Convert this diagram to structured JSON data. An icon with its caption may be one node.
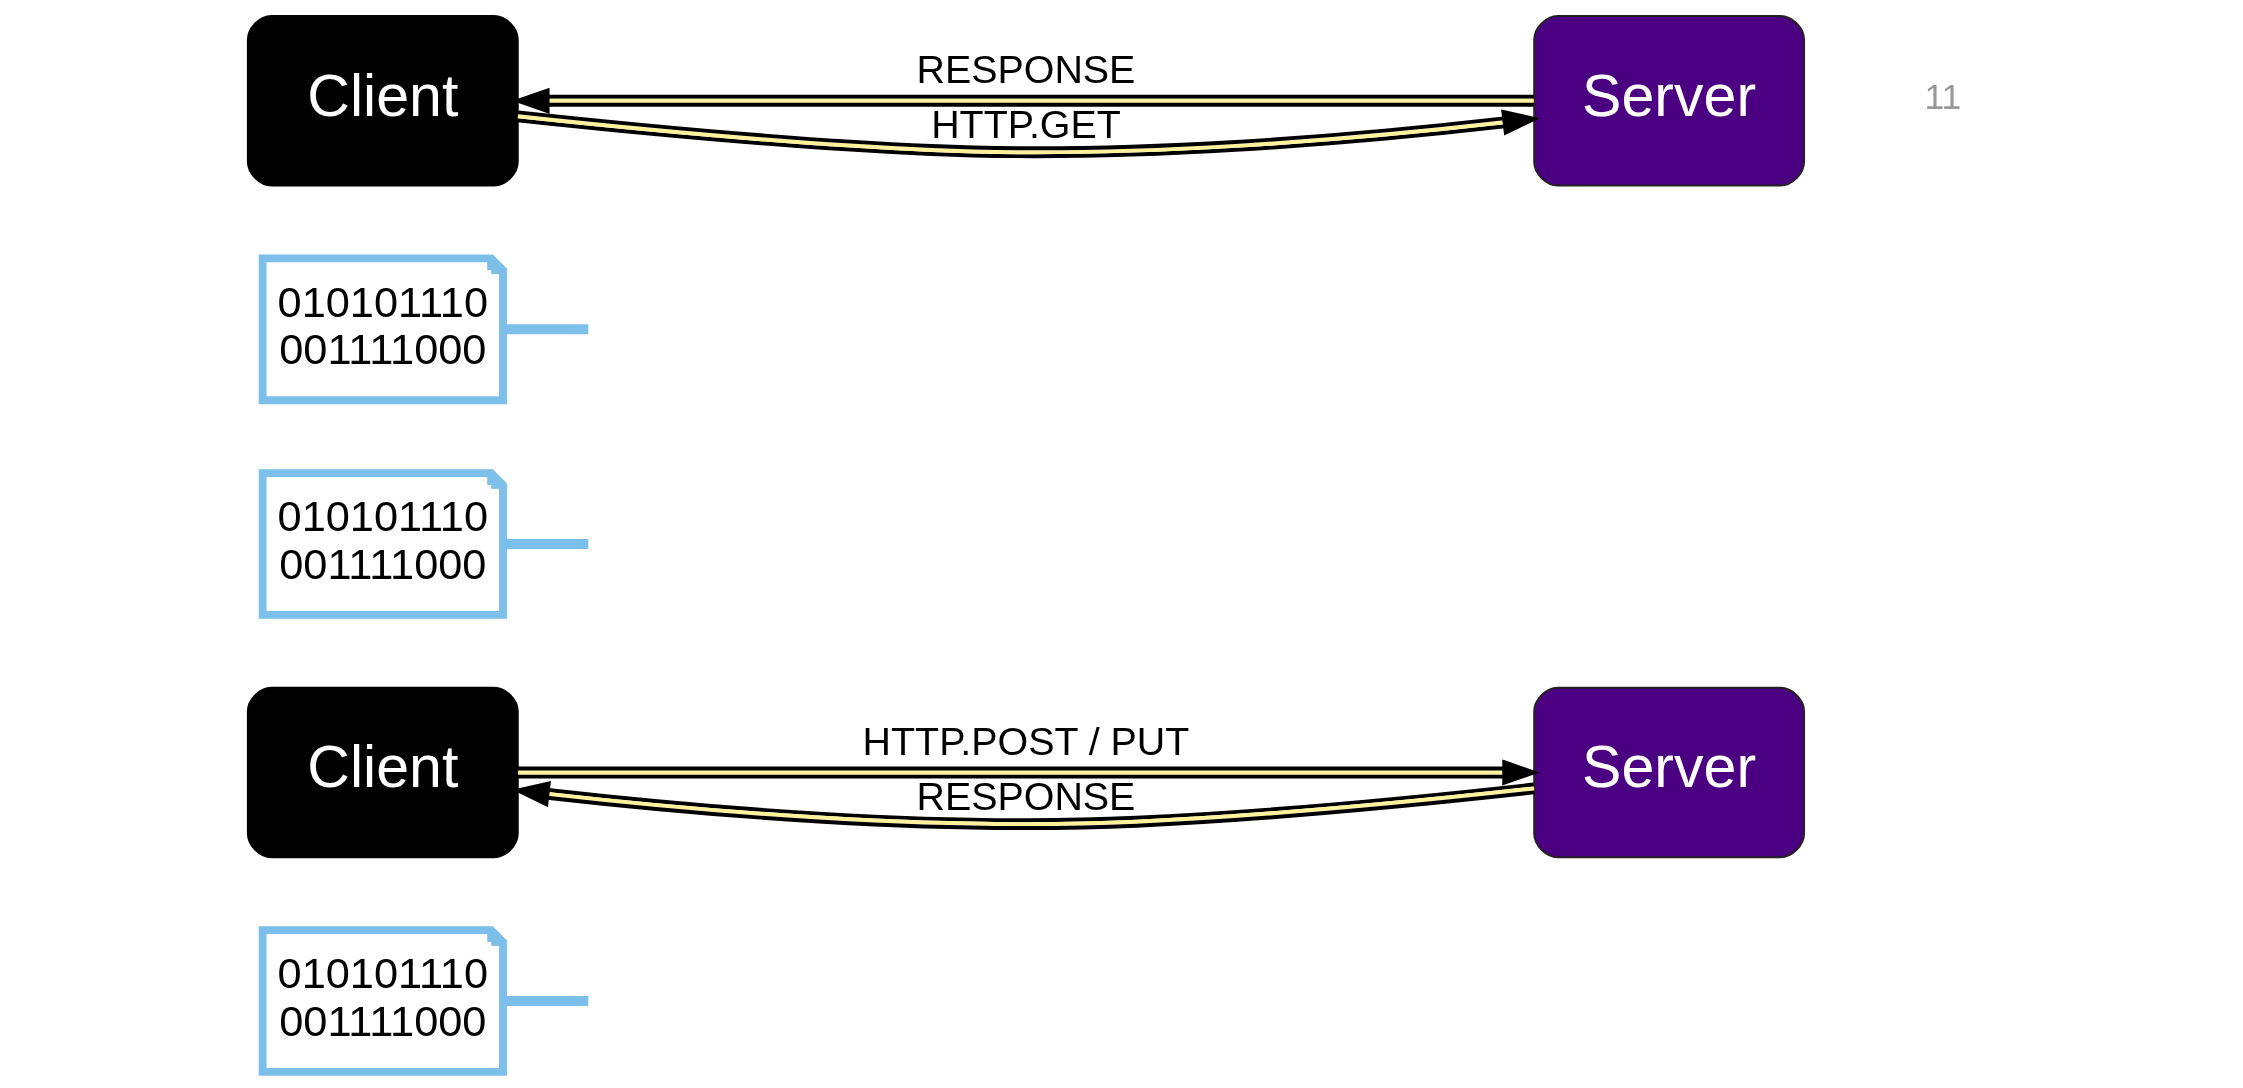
{
  "diagram": {
    "nodes": [
      {
        "text": [
          "Client"
        ]
      },
      {
        "text": [
          "Server"
        ]
      },
      {
        "text": [
          "010101110 001111000"
        ]
      },
      {
        "text": [
          "010101110 001111000"
        ]
      },
      {
        "text": [
          "Client"
        ]
      },
      {
        "text": [
          "Server"
        ]
      },
      {
        "text": [
          "010101110 001111000"
        ]
      }
    ],
    "edges": [
      {
        "from": 0,
        "to": 1,
        "arrow": "to",
        "label": "HTTP.GET"
      },
      {
        "from": 1,
        "to": 0,
        "arrow": "to",
        "label": "RESPONSE"
      },
      {
        "from": 2,
        "to": null,
        "arrow": "none",
        "style": "thick",
        "color": "#7cbfea"
      },
      {
        "from": 3,
        "to": null,
        "arrow": "none",
        "style": "thick",
        "color": "#7cbfea"
      },
      {
        "from": 4,
        "to": 5,
        "arrow": "to",
        "label": "HTTP.POST / PUT"
      },
      {
        "from": 5,
        "to": 4,
        "arrow": "to",
        "label": "RESPONSE"
      },
      {
        "from": 6,
        "to": null,
        "arrow": "none",
        "style": "thick",
        "color": "#7cbfea"
      }
    ],
    "labels": [
      "11"
    ]
  }
}
